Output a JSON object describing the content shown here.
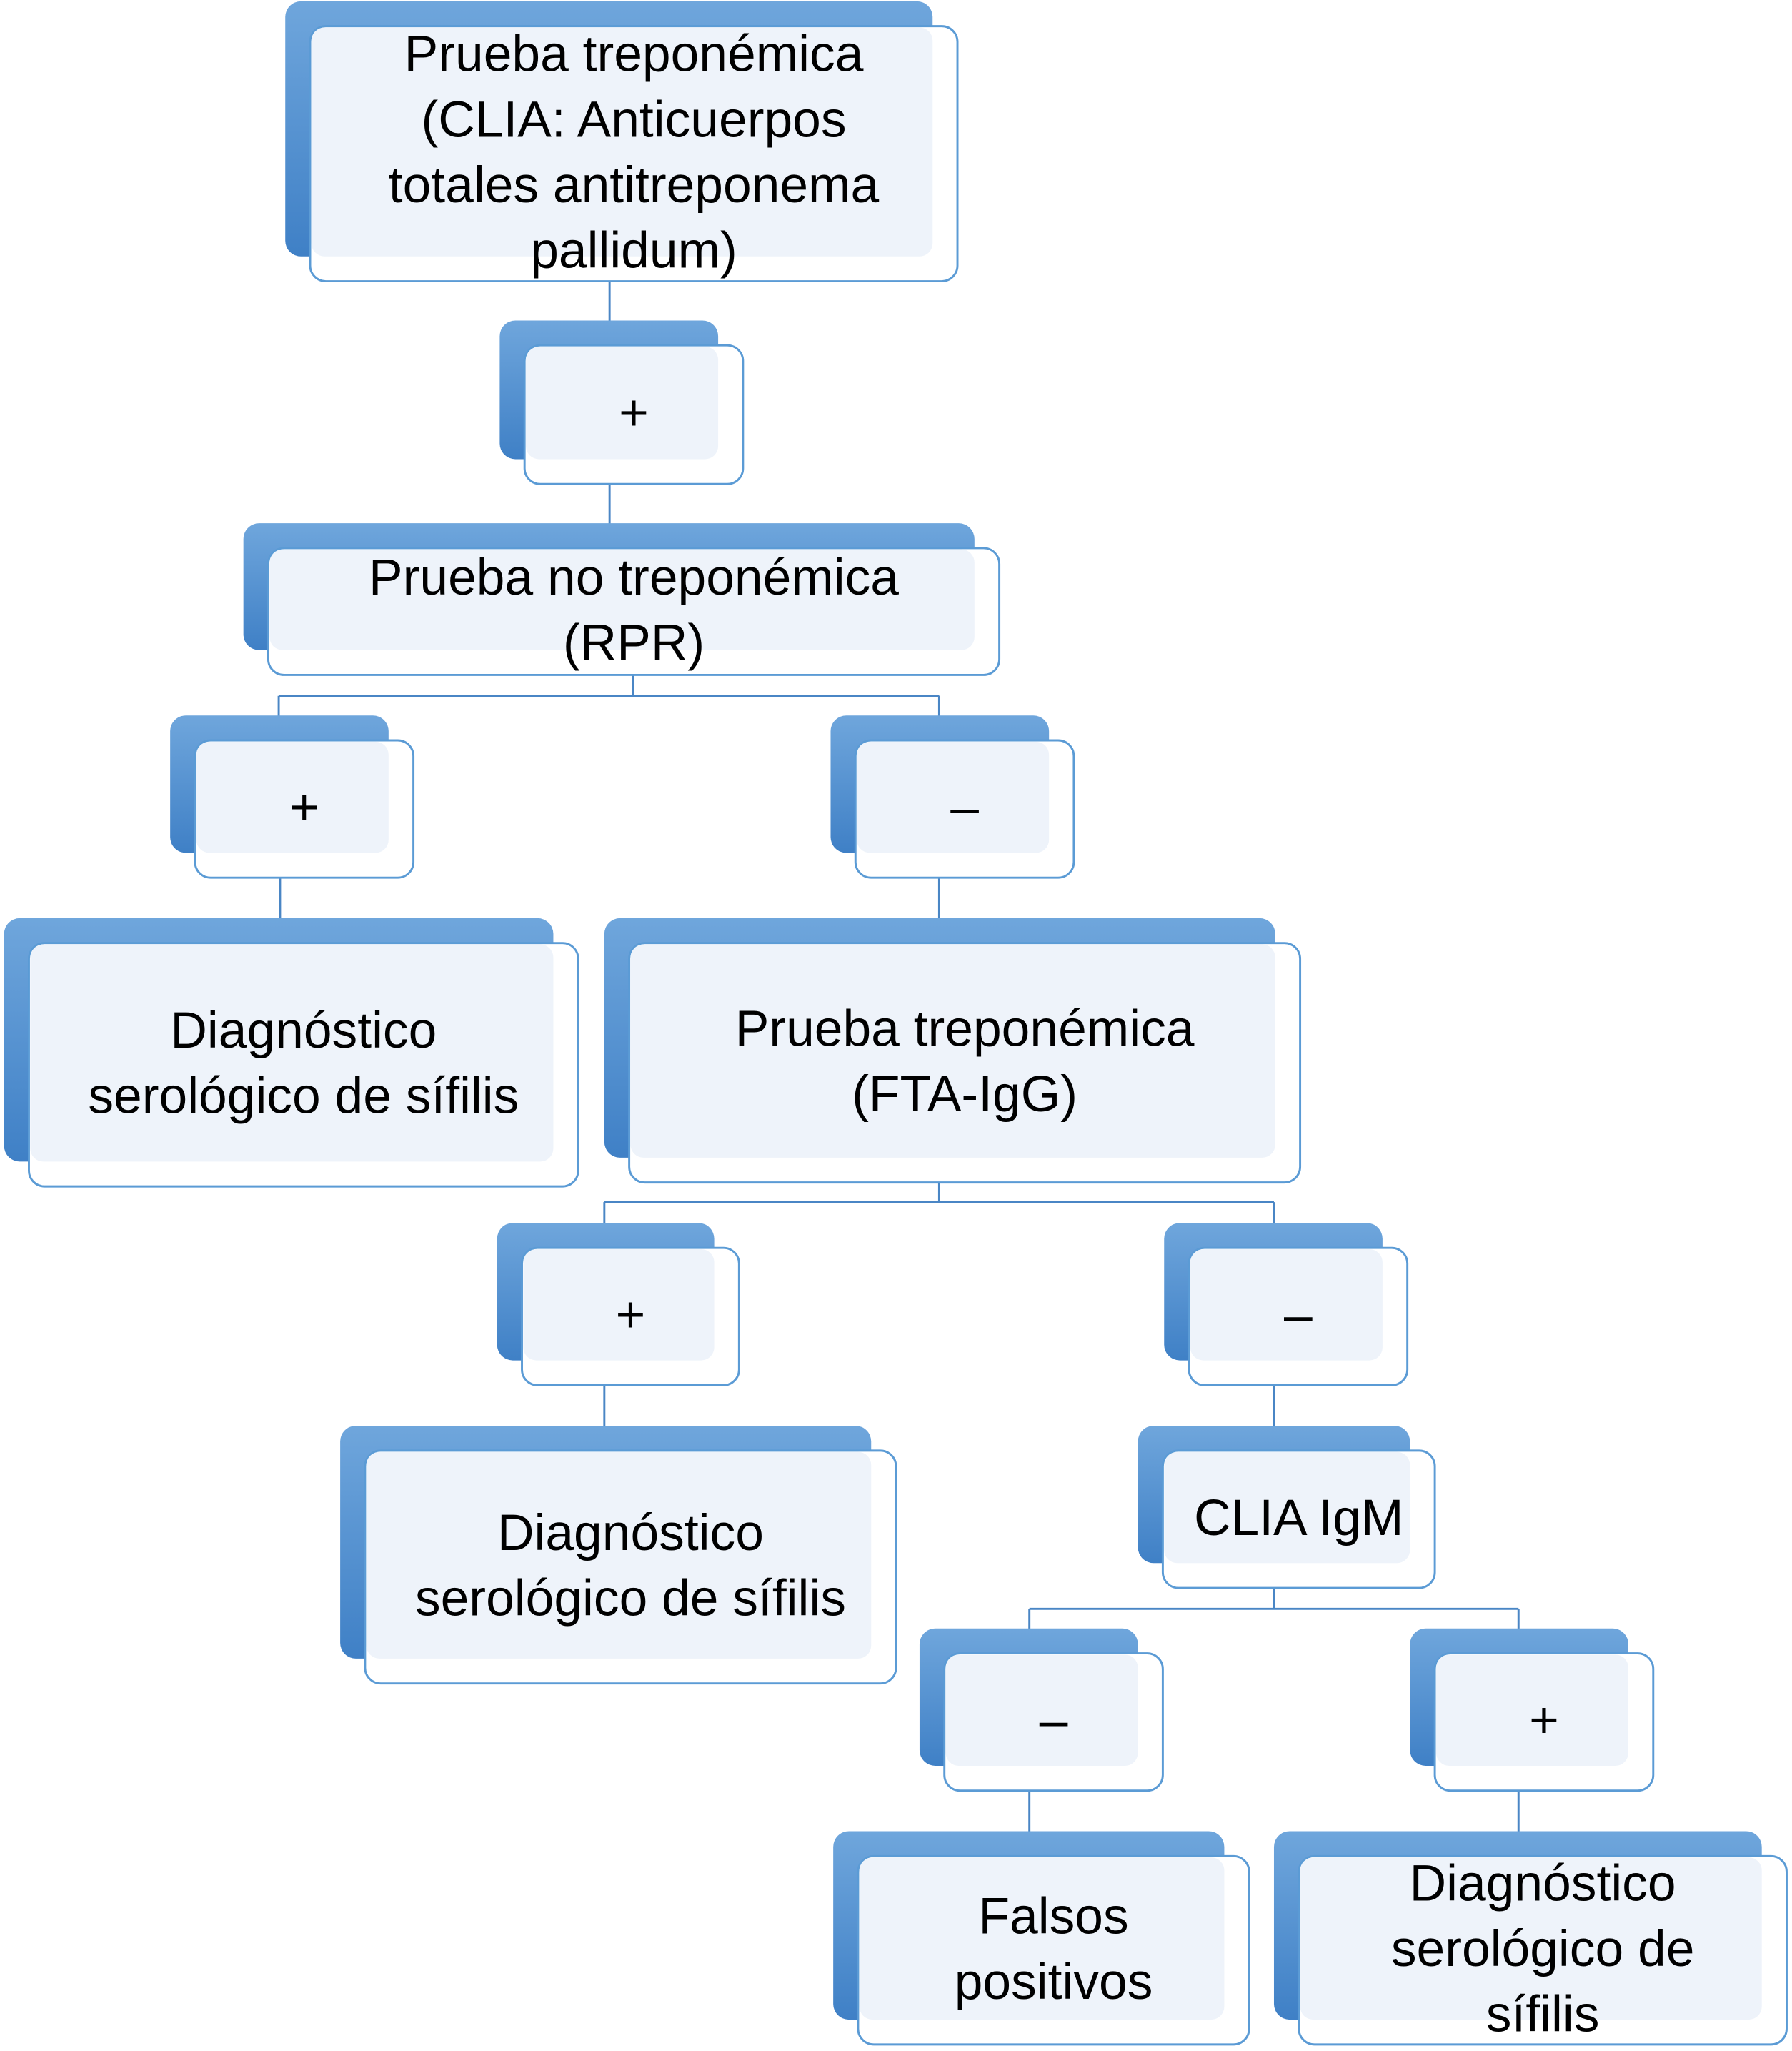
{
  "colors": {
    "shadow_box": "#5B9BD5",
    "shadow_box_dark": "#3F80C6",
    "box_fill": "#EEF3FA",
    "box_border": "#5B9BD5",
    "connector": "#4A86C5"
  },
  "nodes": [
    {
      "id": "clia-total",
      "lines": [
        "Prueba treponémica",
        "(CLIA: Anticuerpos",
        "totales antitreponema",
        "pallidum)"
      ]
    },
    {
      "id": "clia-total-pos",
      "lines": [
        "+"
      ]
    },
    {
      "id": "rpr",
      "lines": [
        "Prueba no treponémica",
        "(RPR)"
      ]
    },
    {
      "id": "rpr-pos",
      "lines": [
        "+"
      ]
    },
    {
      "id": "rpr-neg",
      "lines": [
        "–"
      ]
    },
    {
      "id": "diag-1",
      "lines": [
        "Diagnóstico",
        "serológico de sífilis"
      ]
    },
    {
      "id": "fta",
      "lines": [
        "Prueba treponémica",
        "(FTA-IgG)"
      ]
    },
    {
      "id": "fta-pos",
      "lines": [
        "+"
      ]
    },
    {
      "id": "fta-neg",
      "lines": [
        "–"
      ]
    },
    {
      "id": "diag-2",
      "lines": [
        "Diagnóstico",
        "serológico de sífilis"
      ]
    },
    {
      "id": "clia-igm",
      "lines": [
        "CLIA IgM"
      ]
    },
    {
      "id": "igm-neg",
      "lines": [
        "–"
      ]
    },
    {
      "id": "igm-pos",
      "lines": [
        "+"
      ]
    },
    {
      "id": "false-pos",
      "lines": [
        "Falsos",
        "positivos"
      ]
    },
    {
      "id": "diag-3",
      "lines": [
        "Diagnóstico",
        "serológico de",
        "sífilis"
      ]
    }
  ]
}
